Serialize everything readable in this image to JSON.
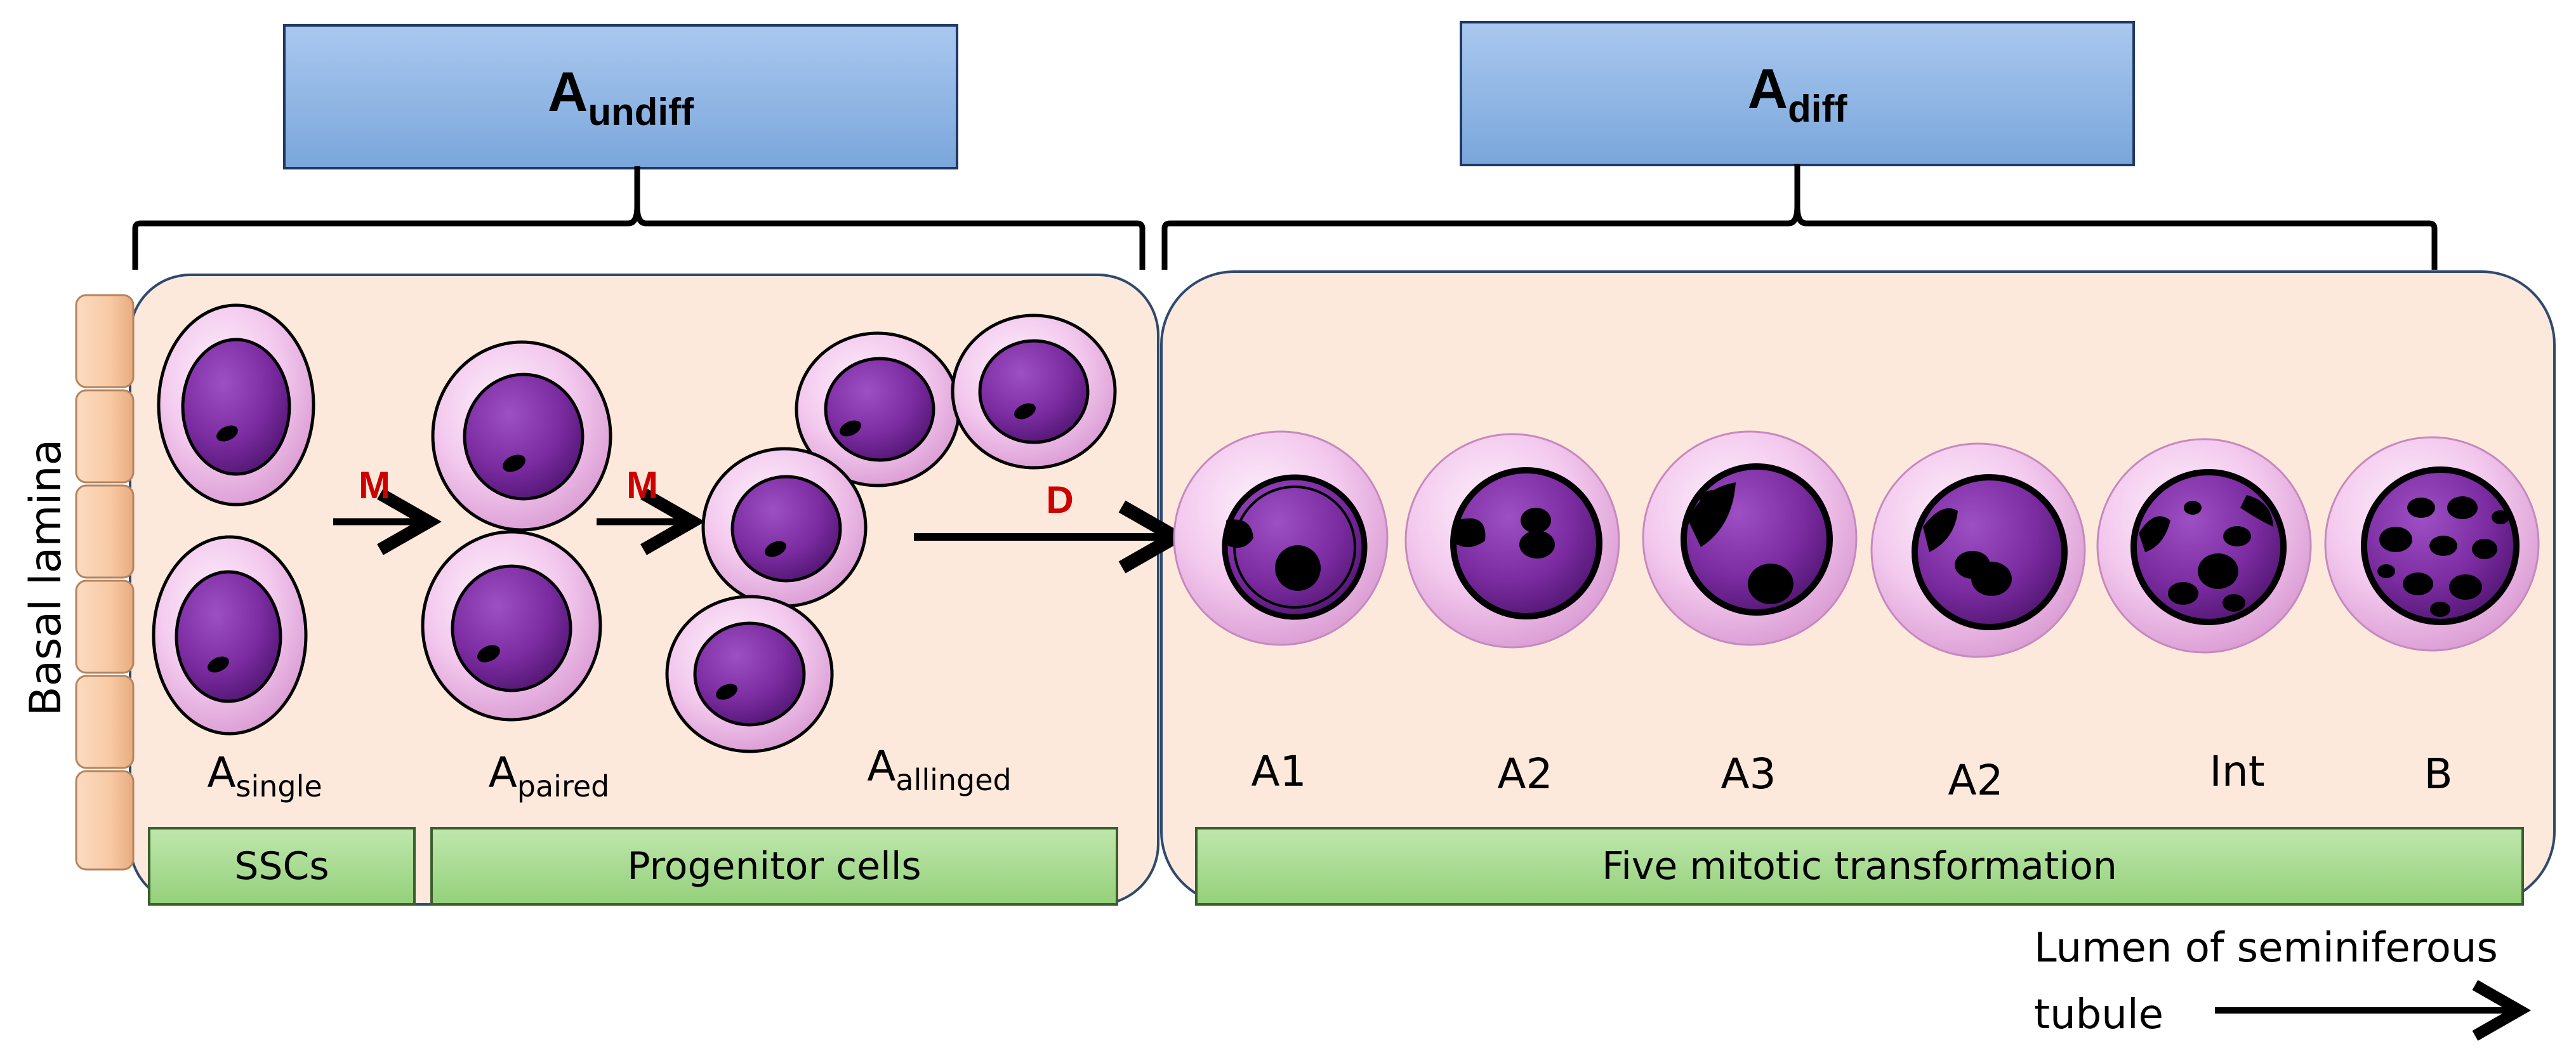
{
  "headers": {
    "undiff": {
      "main": "A",
      "sub": "undiff"
    },
    "diff": {
      "main": "A",
      "sub": "diff"
    }
  },
  "basal_label": "Basal lamina",
  "undiff_cells": [
    {
      "main": "A",
      "sub": "single"
    },
    {
      "main": "A",
      "sub": "paired"
    },
    {
      "main": "A",
      "sub": "allinged"
    }
  ],
  "arrows": {
    "m1": "M",
    "m2": "M",
    "d": "D"
  },
  "diff_cells": [
    "A1",
    "A2",
    "A3",
    "A2",
    "Int",
    "B"
  ],
  "boxes": {
    "ssc": "SSCs",
    "progenitor": "Progenitor cells",
    "mitotic": "Five mitotic transformation"
  },
  "lumen": {
    "line1": "Lumen of seminiferous",
    "line2": "tubule"
  },
  "colors": {
    "header_fill": "#8db4e2",
    "panel_fill": "#fde9dc",
    "box_fill": "#a9dc93",
    "cell_outer": "#f2c4ec",
    "nucleus": "#7a2b9f",
    "arrow_label": "#cc0000",
    "basal": "#f9cfae"
  }
}
